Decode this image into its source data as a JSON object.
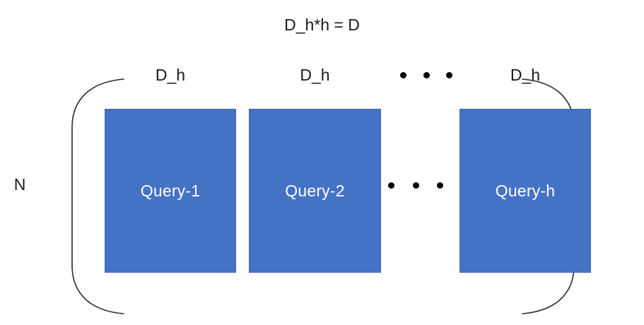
{
  "diagram": {
    "title": "D_h*h = D",
    "row_label": "N",
    "colors": {
      "box_fill": "#4472C4",
      "box_label": "#FFFFFF",
      "text": "#000000",
      "background": "#FFFFFF"
    },
    "columns": [
      {
        "top_label": "D_h",
        "box_label": "Query-1"
      },
      {
        "top_label": "D_h",
        "box_label": "Query-2"
      },
      {
        "top_label": "D_h",
        "box_label": "Query-h"
      }
    ],
    "ellipsis": {
      "top": "• • •",
      "middle": "• • •",
      "dot_count": 3
    },
    "brackets": {
      "left": "left-curly-bracket",
      "right": "right-curly-bracket"
    }
  }
}
